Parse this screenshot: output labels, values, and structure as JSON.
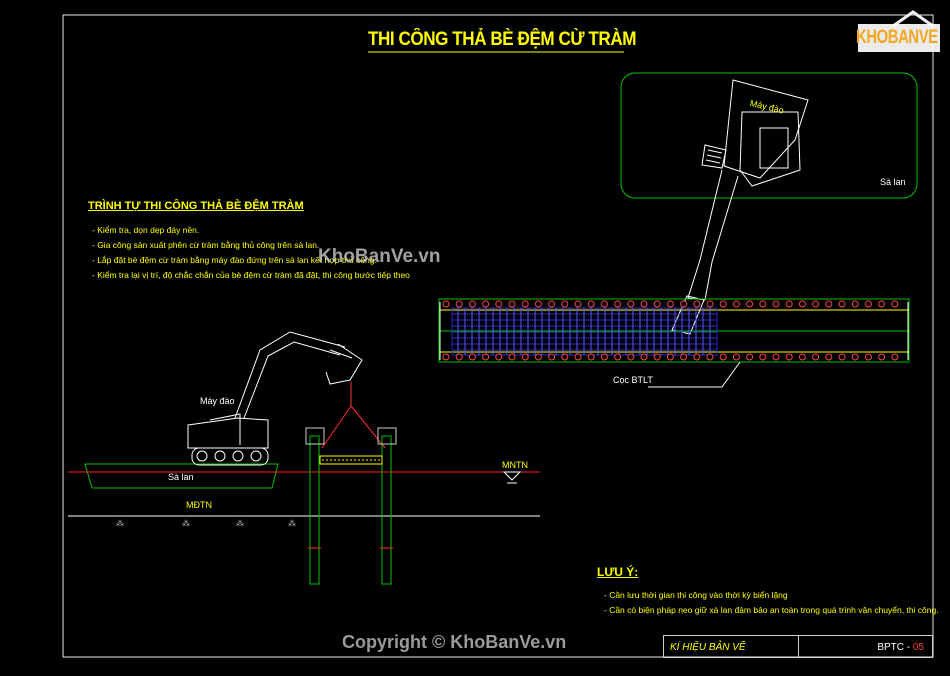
{
  "title": "THI CÔNG THẢ BÈ ĐỆM CỪ TRÀM",
  "procedure": {
    "title": "TRÌNH TỰ THI CÔNG THẢ BÈ ĐỆM TRÀM",
    "steps": [
      "- Kiểm tra, dọn dẹp đáy nền.",
      "- Gia công sản xuất phên cừ tràm bằng thủ công trên sà lan.",
      "- Lắp đặt bè đệm cừ tràm bằng máy đào đứng trên sà lan kết hợp thủ công.",
      "- Kiểm tra lại vị trí, độ chắc chắn của bè đệm cừ tràm đã đặt, thi công bước tiếp theo"
    ]
  },
  "labels": {
    "excavator_left": "Máy đào",
    "barge_left": "Sà lan",
    "mndtn": "MNTN",
    "mdtn": "MĐTN",
    "excavator_right": "Máy đào",
    "barge_right": "Sà lan",
    "pile": "Cọc BTLT"
  },
  "notes": {
    "title": "LƯU Ý:",
    "items": [
      "- Cần lưu thời gian thi công vào thời kỳ biển lặng",
      "- Cần có biện pháp neo giữ xà lan đảm bảo an toàn trong quá trình vận chuyển, thi công."
    ]
  },
  "legend": {
    "label": "KÍ HIỆU BẢN VẼ",
    "code_prefix": "BPTC - ",
    "code_number": "05"
  },
  "watermarks": {
    "logo": "KHOBANVE",
    "center": "KhoBanVe.vn",
    "copyright": "Copyright © KhoBanVe.vn"
  },
  "colors": {
    "title": "#ffff00",
    "frame": "#ffffff",
    "structure": "#00a000",
    "grid": "#2020d0",
    "water": "#ff2020",
    "code_number": "#ff3b3b"
  }
}
